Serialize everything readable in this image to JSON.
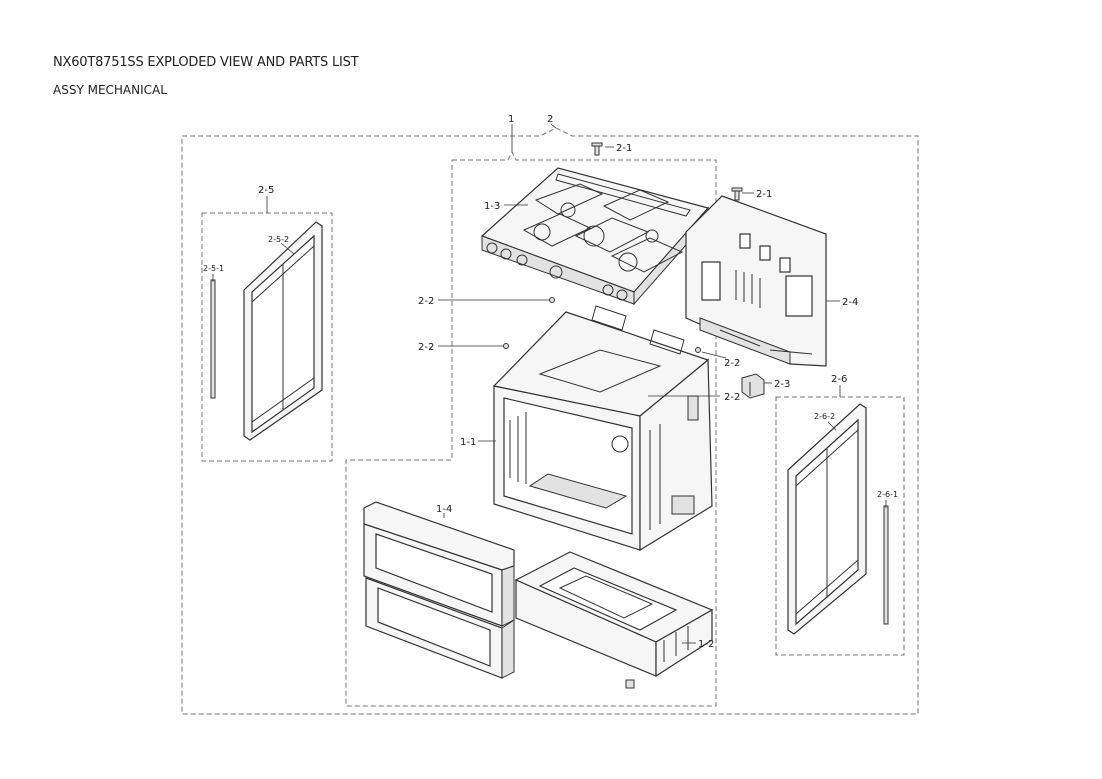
{
  "document": {
    "title": "NX60T8751SS EXPLODED VIEW AND PARTS LIST",
    "subtitle": "ASSY MECHANICAL"
  },
  "callouts": {
    "assy_1": "1",
    "assy_2": "2",
    "p2_1_a": "2-1",
    "p2_1_b": "2-1",
    "p1_3": "1-3",
    "p2_5": "2-5",
    "p2_5_2": "2-5-2",
    "p2_5_1": "2-5-1",
    "p2_2_a": "2-2",
    "p2_2_b": "2-2",
    "p2_2_c": "2-2",
    "p2_2_d": "2-2",
    "p2_4": "2-4",
    "p2_3": "2-3",
    "p2_6": "2-6",
    "p2_6_2": "2-6-2",
    "p2_6_1": "2-6-1",
    "p1_1": "1-1",
    "p1_4": "1-4",
    "p1_2": "1-2"
  }
}
